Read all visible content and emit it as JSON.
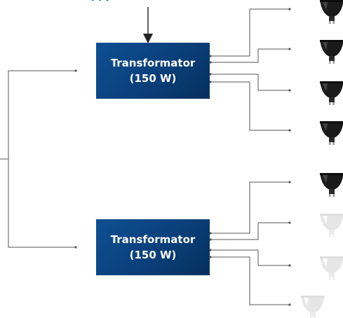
{
  "header_label_partial": "ppy",
  "transformers": [
    {
      "line1": "Transformator",
      "line2": "(150 W)"
    },
    {
      "line1": "Transformator",
      "line2": "(150 W)"
    }
  ],
  "lamps": [
    {
      "state": "on"
    },
    {
      "state": "on"
    },
    {
      "state": "on"
    },
    {
      "state": "on"
    },
    {
      "state": "on"
    },
    {
      "state": "off"
    },
    {
      "state": "off"
    },
    {
      "state": "off"
    }
  ],
  "colors": {
    "transformer_fill": "#0a4a8a",
    "line": "#555555",
    "lamp_on": "#1a1a1a",
    "lamp_off": "#e6e6e6",
    "header_text": "#0a5bb0"
  }
}
